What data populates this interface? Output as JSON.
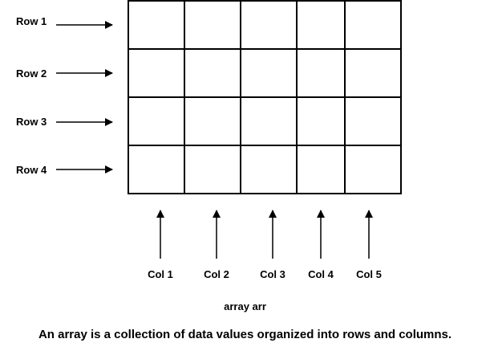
{
  "rows": [
    "Row 1",
    "Row 2",
    "Row 3",
    "Row 4"
  ],
  "columns": [
    "Col 1",
    "Col 2",
    "Col 3",
    "Col 4",
    "Col 5"
  ],
  "array_name": "array arr",
  "caption": "An array is a collection of data values organized into rows and columns.",
  "colors": {
    "line": "#000000",
    "background": "#ffffff"
  }
}
